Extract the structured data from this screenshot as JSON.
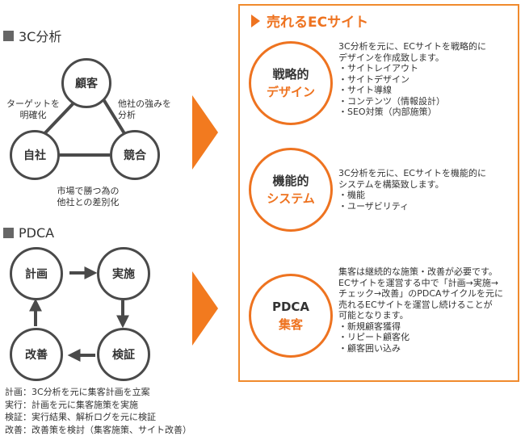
{
  "colors": {
    "accent": "#ee7320",
    "border_orange": "#f08a2d",
    "arrow_orange": "#f27a1f",
    "dark": "#4a4a4a"
  },
  "section_3c": {
    "title": "3C分析",
    "nodes": {
      "customer": "顧客",
      "company": "自社",
      "competitor": "競合"
    },
    "edge_labels": {
      "target": [
        "ターゲットを",
        "明確化"
      ],
      "strength": [
        "他社の強みを",
        "分析"
      ],
      "diff": [
        "市場で勝つ為の",
        "他社との差別化"
      ]
    }
  },
  "section_pdca": {
    "title": "PDCA",
    "nodes": {
      "plan": "計画",
      "do": "実施",
      "check": "検証",
      "act": "改善"
    },
    "notes": [
      "計画：3C分析を元に集客計画を立案",
      "実行：計画を元に集客施策を実施",
      "検証：実行結果、解析ログを元に検証",
      "改善：改善策を検討（集客施策、サイト改善）"
    ]
  },
  "panel": {
    "title": "売れるECサイト",
    "items": [
      {
        "line1": "戦略的",
        "line2": "デザイン",
        "desc": [
          "3C分析を元に、ECサイトを戦略的に",
          "デザインを作成致します。",
          "・サイトレイアウト",
          "・サイトデザイン",
          "・サイト導線",
          "・コンテンツ（情報設計）",
          "・SEO対策（内部施策）"
        ]
      },
      {
        "line1": "機能的",
        "line2": "システム",
        "desc": [
          "3C分析を元に、ECサイトを機能的に",
          "システムを構築致します。",
          "・機能",
          "・ユーザビリティ"
        ]
      },
      {
        "line1": "PDCA",
        "line2": "集客",
        "desc": [
          "集客は継続的な施策・改善が必要です。",
          "ECサイトを運営する中で「計画→実施→",
          "チェック→改善」のPDCAサイクルを元に",
          "売れるECサイトを運営し続けることが",
          "可能となります。",
          "・新規顧客獲得",
          "・リピート顧客化",
          "・顧客囲い込み"
        ]
      }
    ]
  }
}
